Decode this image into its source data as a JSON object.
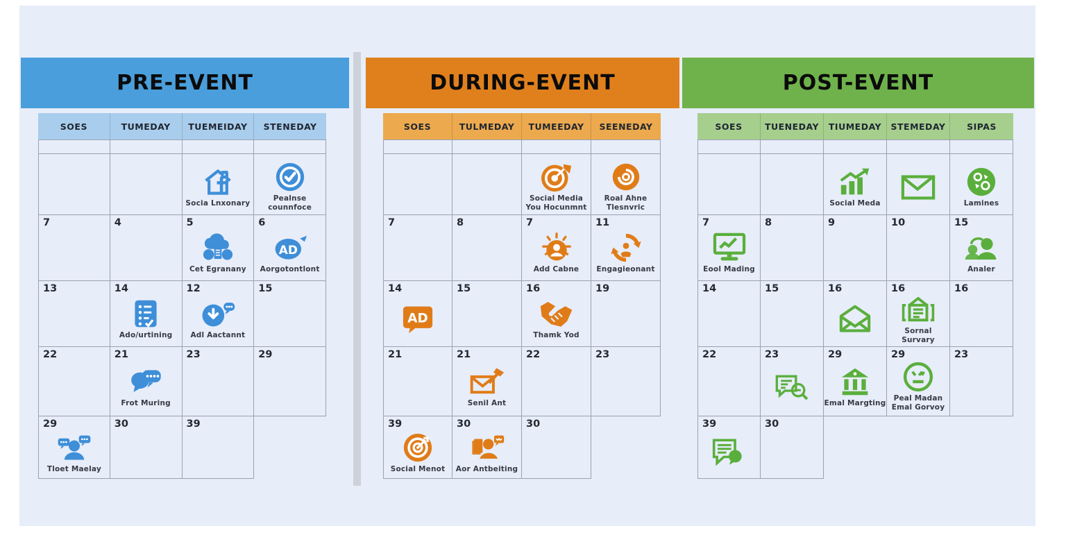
{
  "colors": {
    "page_bg": "#e7edf9",
    "pre_accent": "#4a9edb",
    "during_accent": "#e0801d",
    "post_accent": "#6fb24c",
    "grid_line": "#9aa3b2"
  },
  "panels": [
    {
      "title": "PRE-EVENT",
      "days": [
        "SOES",
        "TUMEDAY",
        "TUEMEIDAY",
        "STENEDAY"
      ],
      "rows": [
        [
          {},
          {},
          {
            "icon": "house-f",
            "label": "Socia Lnxonary"
          },
          {
            "icon": "check-circle",
            "label": "Pealnse counnfoce"
          }
        ],
        [
          {
            "date": "7"
          },
          {
            "date": "4"
          },
          {
            "date": "5",
            "icon": "cloud-people",
            "label": "Cet Egranany"
          },
          {
            "date": "6",
            "icon": "ad-oval",
            "label": "Aorgotontlont"
          }
        ],
        [
          {
            "date": "13"
          },
          {
            "date": "14",
            "icon": "checklist",
            "label": "Ado/urtining"
          },
          {
            "date": "12",
            "icon": "download-chat",
            "label": "Adl Aactannt"
          },
          {
            "date": "15"
          }
        ],
        [
          {
            "date": "22"
          },
          {
            "date": "21",
            "icon": "chat-bubbles",
            "label": "Frot Muring"
          },
          {
            "date": "23"
          },
          {
            "date": "29"
          }
        ],
        [
          {
            "date": "29",
            "icon": "person-chat",
            "label": "Tloet Maelay"
          },
          {
            "date": "30"
          },
          {
            "date": "39"
          },
          {
            "ghost": true
          }
        ]
      ]
    },
    {
      "title": "DURING-EVENT",
      "days": [
        "SOES",
        "TULMEDAY",
        "TUMEEDAY",
        "SEENEDAY"
      ],
      "rows": [
        [
          {},
          {},
          {
            "icon": "target-dart",
            "label": "Social Media\nYou Hocunmnt"
          },
          {
            "icon": "swirl-circle",
            "label": "Roal Ahne\nTlesnvric"
          }
        ],
        [
          {
            "date": "7"
          },
          {
            "date": "8"
          },
          {
            "date": "7",
            "icon": "person-sun",
            "label": "Add Cabne"
          },
          {
            "date": "11",
            "icon": "cycle-arrows",
            "label": "Engagieonant"
          }
        ],
        [
          {
            "date": "14",
            "icon": "ad-square"
          },
          {
            "date": "15"
          },
          {
            "date": "16",
            "icon": "handshake",
            "label": "Thamk Yod"
          },
          {
            "date": "19"
          }
        ],
        [
          {
            "date": "21"
          },
          {
            "date": "21",
            "icon": "envelope-pen",
            "label": "Senil Ant"
          },
          {
            "date": "22"
          },
          {
            "date": "23"
          }
        ],
        [
          {
            "date": "39",
            "icon": "bullseye-dart",
            "label": "Social Menot"
          },
          {
            "date": "30",
            "icon": "people-speech",
            "label": "Aor Antbeiting"
          },
          {
            "date": "30"
          },
          {
            "ghost": true
          }
        ]
      ]
    },
    {
      "title": "POST-EVENT",
      "days": [
        "SOES",
        "TUENEDAY",
        "TIUMEDAY",
        "STEMEDAY",
        "SIPAS"
      ],
      "rows": [
        [
          {},
          {},
          {
            "icon": "chart-up",
            "label": "Social Meda"
          },
          {
            "icon": "envelope"
          },
          {
            "icon": "circle-shapes",
            "label": "Lamines"
          }
        ],
        [
          {
            "date": "7",
            "icon": "monitor-chart",
            "label": "Eool Mading"
          },
          {
            "date": "8"
          },
          {
            "date": "9"
          },
          {
            "date": "10"
          },
          {
            "date": "15",
            "icon": "people-pair",
            "label": "Analer"
          }
        ],
        [
          {
            "date": "14"
          },
          {
            "date": "15"
          },
          {
            "date": "16",
            "icon": "envelope-open"
          },
          {
            "date": "16",
            "icon": "survey-form",
            "label": "Sornal Survary"
          },
          {
            "date": "16"
          }
        ],
        [
          {
            "date": "22"
          },
          {
            "date": "23",
            "icon": "chat-magnifier"
          },
          {
            "date": "29",
            "icon": "bank",
            "label": "Emal Margting"
          },
          {
            "date": "29",
            "icon": "smiley",
            "label": "Peal Madan\nEmal Gorvoy"
          },
          {
            "date": "23"
          }
        ],
        [
          {
            "date": "39",
            "icon": "doc-chat"
          },
          {
            "date": "30"
          },
          {
            "ghost": true
          },
          {
            "ghost": true
          },
          {
            "ghost": true
          }
        ]
      ]
    }
  ]
}
